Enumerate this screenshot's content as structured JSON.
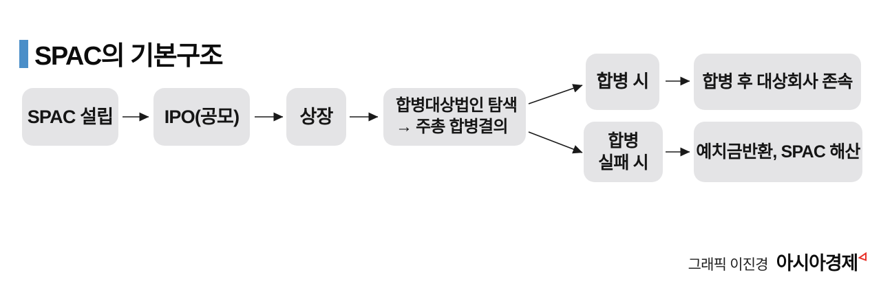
{
  "title": {
    "text": "SPAC의 기본구조"
  },
  "flow": {
    "steps": [
      {
        "label": "SPAC 설립"
      },
      {
        "label": "IPO(공모)"
      },
      {
        "label": "상장"
      },
      {
        "line1": "합병대상법인 탐색",
        "line2": "→ 주총 합병결의"
      }
    ],
    "merge_case": {
      "condition": "합병 시",
      "outcome": "합병 후 대상회사 존속"
    },
    "fail_case": {
      "condition_line1": "합병",
      "condition_line2": "실패 시",
      "outcome": "예치금반환, SPAC 해산"
    }
  },
  "footer": {
    "credit": "그래픽 이진경",
    "brand": "아시아경제"
  },
  "icons": {
    "flow_arrow": "right-arrow",
    "branch_up_arrow": "up-right-arrow",
    "branch_down_arrow": "down-right-arrow",
    "brand_mark": "red-flag-mark"
  },
  "colors": {
    "accent_blue": "#4a8ec8",
    "box_bg": "#e4e4e6",
    "arrow": "#1a1a1a",
    "brand_mark_red": "#e8322a",
    "text": "#151515"
  }
}
